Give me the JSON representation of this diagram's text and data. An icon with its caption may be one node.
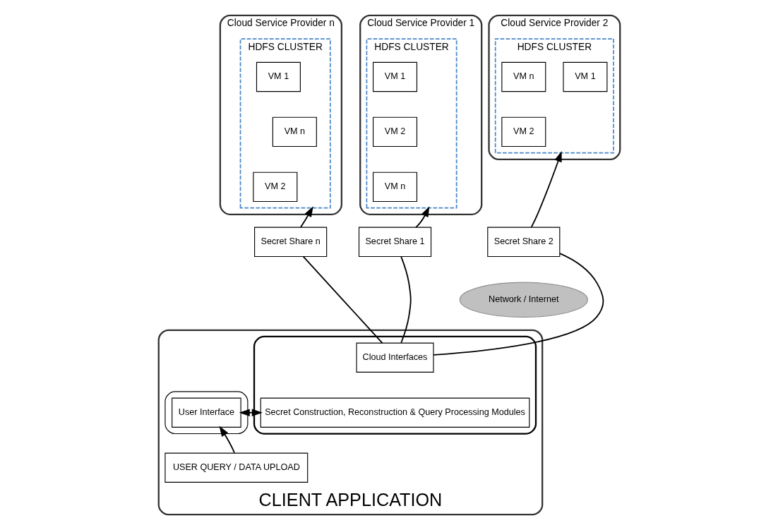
{
  "diagram": {
    "nodes": [
      {
        "text": [
          "Cloud Service Provider n"
        ]
      },
      {
        "text": [
          "HDFS CLUSTER"
        ],
        "in": 0
      },
      {
        "text": [
          "VM 1"
        ],
        "in": 1
      },
      {
        "text": [
          "VM 2"
        ],
        "in": 1
      },
      {
        "text": [
          "VM n"
        ],
        "in": 1
      },
      {
        "text": [
          "Cloud Service Provider 2"
        ]
      },
      {
        "text": [
          "HDFS CLUSTER"
        ],
        "in": 5
      },
      {
        "text": [
          "VM 1"
        ],
        "in": 6
      },
      {
        "text": [
          "VM n"
        ],
        "in": 6
      },
      {
        "text": [
          "VM 2"
        ],
        "in": 6
      },
      {
        "text": [
          "Cloud Service Provider 1"
        ]
      },
      {
        "text": [
          "HDFS CLUSTER"
        ],
        "in": 10
      },
      {
        "text": [
          "VM 1"
        ],
        "in": 11
      },
      {
        "text": [
          "VM 2"
        ],
        "in": 11
      },
      {
        "text": [
          "VM n"
        ],
        "in": 11
      },
      {
        "text": [
          "Secret Share n"
        ]
      },
      {
        "text": [
          "Secret Share 2"
        ]
      },
      {
        "text": [
          "Secret Share 1"
        ]
      },
      {
        "text": [
          "Network / Internet"
        ]
      },
      {
        "text": [
          "CLIENT APPLICATION"
        ]
      },
      {
        "text": [],
        "shape": "box",
        "in": 19
      },
      {
        "text": [
          "Cloud Interfaces"
        ],
        "in": 20
      },
      {
        "text": [
          "Secret Construction, Reconstruction & Query Processing Modules"
        ],
        "in": 20
      },
      {
        "text": [],
        "shape": "ellipse",
        "in": 19
      },
      {
        "text": [
          "User Interface"
        ],
        "in": 23
      },
      {
        "text": [
          "USER QUERY / DATA UPLOAD"
        ],
        "in": 19
      }
    ],
    "edges": [
      {
        "from": 21,
        "to": 15,
        "arrow": "none"
      },
      {
        "from": 15,
        "to": 1,
        "arrow": "to"
      },
      {
        "from": 21,
        "to": 16,
        "arrow": "none"
      },
      {
        "from": 16,
        "to": 6,
        "arrow": "to"
      },
      {
        "from": 21,
        "to": 17,
        "arrow": "none"
      },
      {
        "from": 17,
        "to": 11,
        "arrow": "to"
      },
      {
        "from": 22,
        "to": 24,
        "arrow": "both"
      },
      {
        "from": 25,
        "to": 24,
        "arrow": "to"
      }
    ]
  }
}
